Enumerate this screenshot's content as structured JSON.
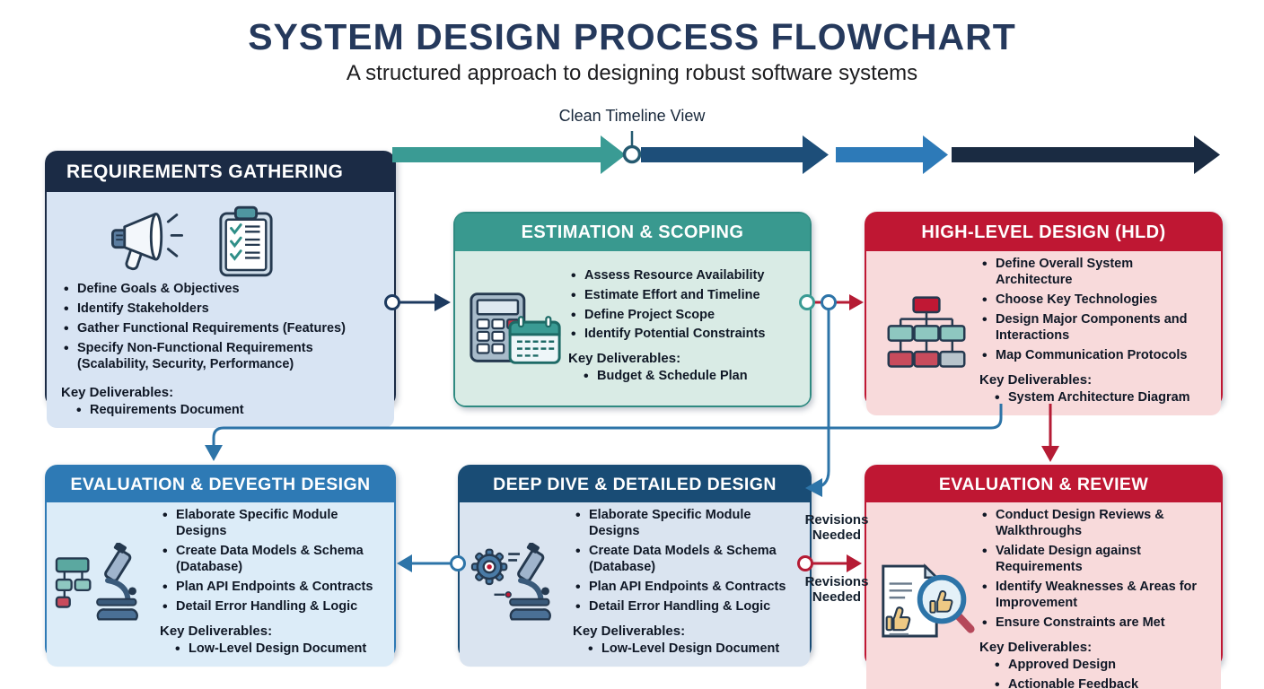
{
  "page": {
    "title": "SYSTEM DESIGN PROCESS FLOWCHART",
    "subtitle": "A structured approach to designing robust software systems",
    "timeline_label": "Clean Timeline View"
  },
  "colors": {
    "title": "#25395c",
    "timeline_teal": "#3a9b94",
    "timeline_navy": "#1d4e79",
    "timeline_blue": "#2d7ab8",
    "timeline_dark": "#1a2b42",
    "connector_blue": "#2d74a8",
    "connector_navy": "#1d3a5f",
    "connector_red": "#b51b34",
    "stage_header_colors": [
      "#1b2b45",
      "#39998f",
      "#bf1733",
      "#2e7ab5",
      "#194c75",
      "#bf1733"
    ],
    "stage_body_colors": [
      "#d8e4f3",
      "#d9ebe5",
      "#f8dadb",
      "#dcecf8",
      "#dae4f0",
      "#f8dadb"
    ]
  },
  "stages": [
    {
      "title": "REQUIREMENTS GATHERING",
      "icons": [
        "megaphone-icon",
        "checklist-clipboard-icon"
      ],
      "bullets": [
        "Define Goals & Objectives",
        "Identify Stakeholders",
        "Gather Functional Requirements (Features)",
        "Specify Non-Functional Requirements (Scalability, Security, Performance)"
      ],
      "deliverables_label": "Key Deliverables:",
      "deliverables": [
        "Requirements Document"
      ]
    },
    {
      "title": "ESTIMATION & SCOPING",
      "icons": [
        "calculator-icon",
        "calendar-icon"
      ],
      "bullets": [
        "Assess Resource Availability",
        "Estimate Effort and Timeline",
        "Define Project Scope",
        "Identify Potential Constraints"
      ],
      "deliverables_label": "Key Deliverables:",
      "deliverables": [
        "Budget & Schedule Plan"
      ]
    },
    {
      "title": "HIGH-LEVEL DESIGN (HLD)",
      "icons": [
        "architecture-hierarchy-icon"
      ],
      "bullets": [
        "Define Overall System Architecture",
        "Choose Key Technologies",
        "Design Major Components and Interactions",
        "Map Communication Protocols"
      ],
      "deliverables_label": "Key Deliverables:",
      "deliverables": [
        "System Architecture Diagram"
      ]
    },
    {
      "title": "EVALUATION & DEVEGTH DESIGN",
      "icons": [
        "flowchart-microscope-icon"
      ],
      "bullets": [
        "Elaborate Specific Module Designs",
        "Create Data Models & Schema (Database)",
        "Plan API Endpoints & Contracts",
        "Detail Error Handling & Logic"
      ],
      "deliverables_label": "Key Deliverables:",
      "deliverables": [
        "Low-Level Design Document"
      ]
    },
    {
      "title": "DEEP DIVE & DETAILED DESIGN",
      "icons": [
        "gear-microscope-icon"
      ],
      "bullets": [
        "Elaborate Specific Module Designs",
        "Create Data Models & Schema (Database)",
        "Plan API Endpoints & Contracts",
        "Detail Error Handling & Logic"
      ],
      "deliverables_label": "Key Deliverables:",
      "deliverables": [
        "Low-Level Design Document"
      ]
    },
    {
      "title": "EVALUATION & REVIEW",
      "icons": [
        "review-document-magnifier-icon"
      ],
      "bullets": [
        "Conduct Design Reviews & Walkthroughs",
        "Validate Design against Requirements",
        "Identify Weaknesses & Areas for Improvement",
        "Ensure Constraints are Met"
      ],
      "deliverables_label": "Key Deliverables:",
      "deliverables": [
        "Approved Design",
        "Actionable Feedback"
      ]
    }
  ],
  "flow": {
    "revisions_top": "Revisions Needed",
    "revisions_bottom": "Revisions Needed"
  }
}
